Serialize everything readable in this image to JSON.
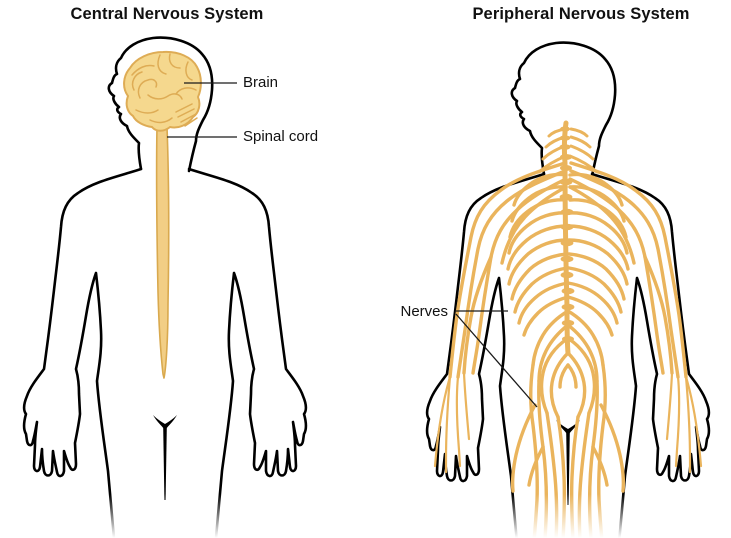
{
  "diagram": {
    "figures": [
      {
        "id": "cns",
        "title": "Central Nervous System",
        "parts": [
          "brain",
          "spinal-cord"
        ],
        "labels": [
          {
            "text": "Brain"
          },
          {
            "text": "Spinal cord"
          }
        ]
      },
      {
        "id": "pns",
        "title": "Peripheral Nervous System",
        "parts": [
          "nerves"
        ],
        "labels": [
          {
            "text": "Nerves"
          }
        ]
      }
    ]
  },
  "colors": {
    "background": "#FFFFFF",
    "outline": "#000000",
    "nerve": "#EAB45C",
    "brain-fill": "#F5D88E",
    "brain-stroke": "#DEAC55",
    "cord-fill": "#F2CE85",
    "cord-stroke": "#D9A94E",
    "label-text": "#111111",
    "leader-line": "#1A1A1A"
  }
}
